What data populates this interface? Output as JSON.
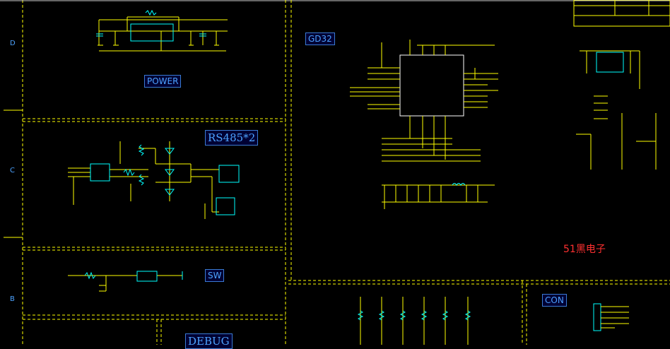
{
  "sheet": {
    "row_letters": [
      "D",
      "C",
      "B"
    ]
  },
  "blocks": {
    "power": "POWER",
    "rs485": "RS485*2",
    "sw": "SW",
    "gd32": "GD32",
    "con": "CON",
    "debug": "DEBUG"
  },
  "brand_text": "51黑电子",
  "colors": {
    "background": "#000000",
    "wire": "#ffff00",
    "component": "#00ffff",
    "border": "#ffff00",
    "label": "#4da3ff",
    "brand": "#ff3030"
  }
}
